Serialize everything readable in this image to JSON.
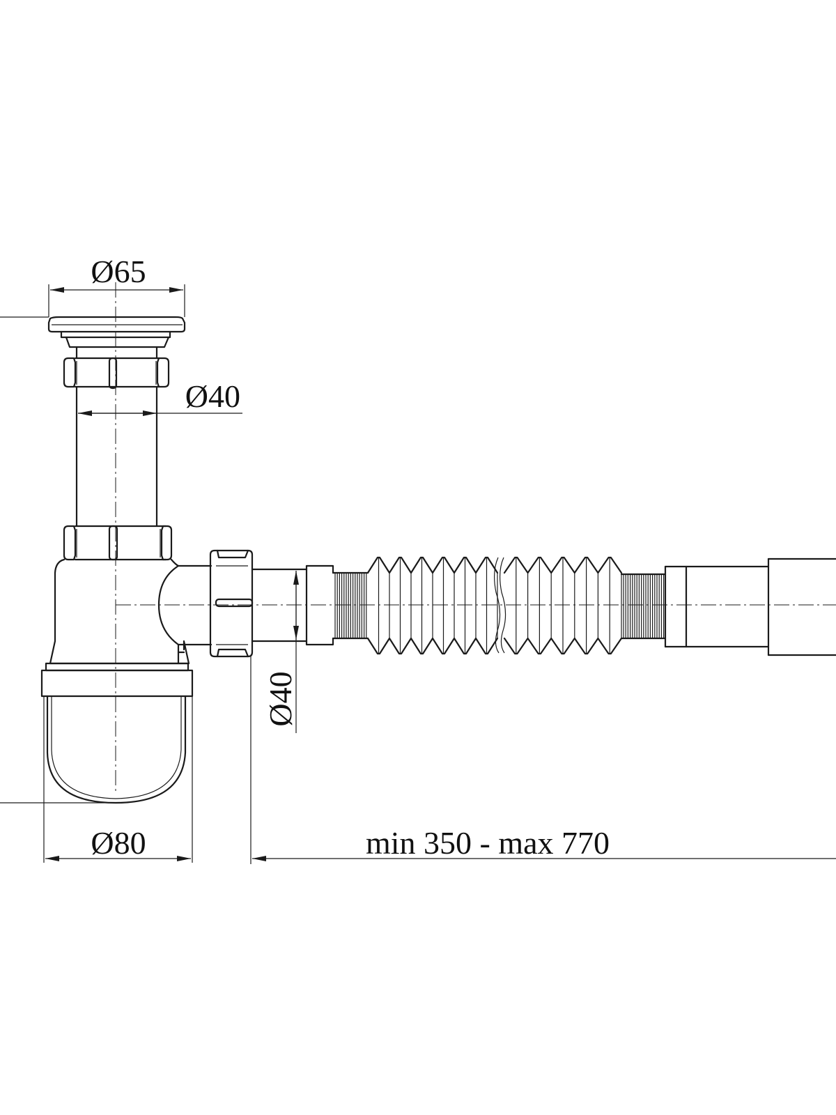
{
  "dimensions": {
    "top_diameter": "Ø65",
    "tube_diameter": "Ø40",
    "outlet_diameter": "Ø40",
    "bottle_diameter": "Ø80",
    "length_range": "min 350 - max 770"
  }
}
